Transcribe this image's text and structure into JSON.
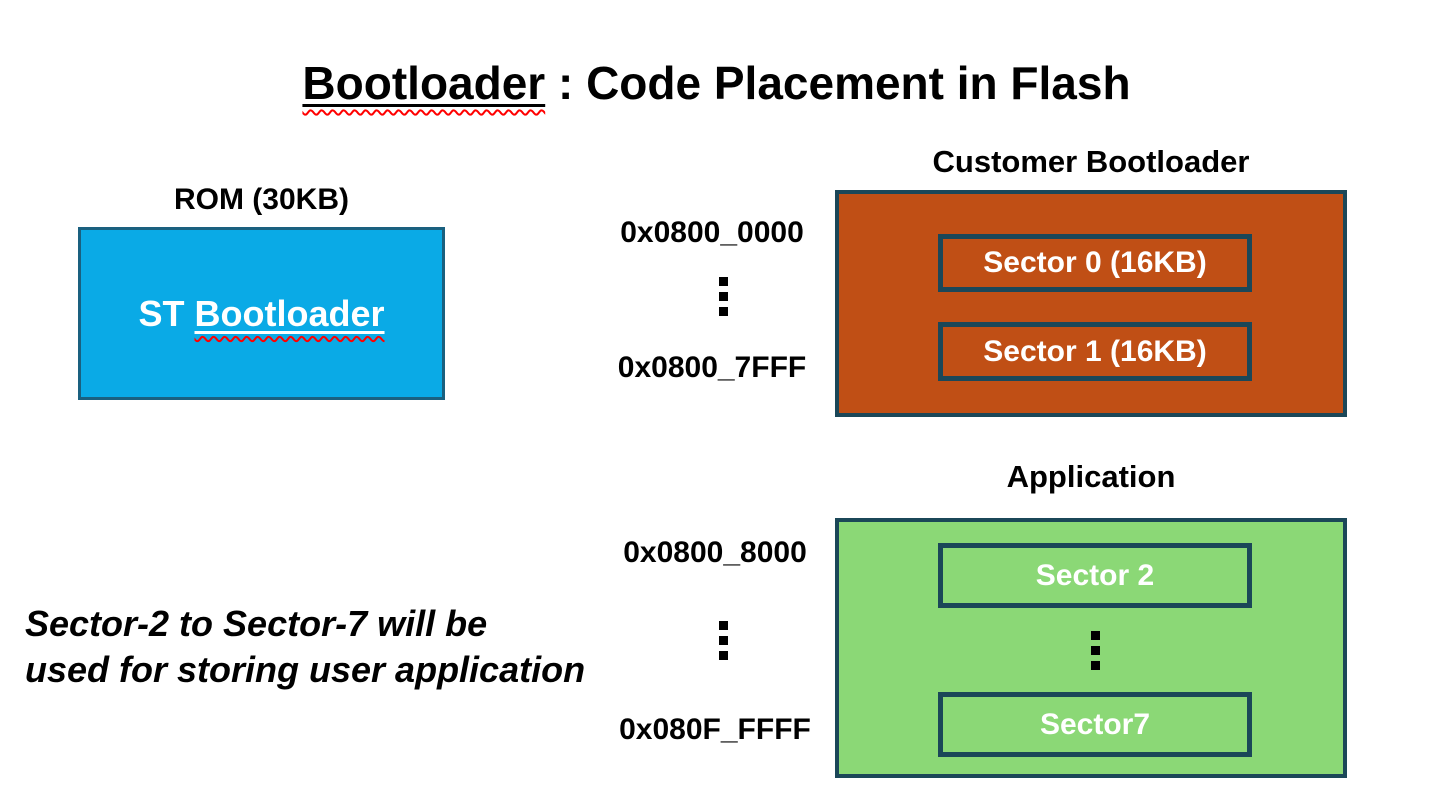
{
  "title": {
    "underlined_word": "Bootloader",
    "rest": " : Code Placement in Flash"
  },
  "rom": {
    "label": "ROM (30KB)",
    "box_text_prefix": "ST ",
    "box_text_underlined": "Bootloader"
  },
  "customer_bootloader": {
    "label": "Customer Bootloader",
    "addr_start": "0x0800_0000",
    "addr_end": "0x0800_7FFF",
    "sectors": [
      "Sector 0 (16KB)",
      "Sector 1 (16KB)"
    ]
  },
  "application": {
    "label": "Application",
    "addr_start": "0x0800_8000",
    "addr_end": "0x080F_FFFF",
    "sector_first": "Sector 2",
    "sector_last": "Sector7"
  },
  "note": {
    "line1": "Sector-2 to Sector-7 will be",
    "line2": "used for storing user application"
  },
  "colors": {
    "rom_fill": "#0AAAE6",
    "customer_fill": "#C04F15",
    "application_fill": "#8BD876",
    "border": "#1B4758",
    "squiggle": "#FF0000"
  }
}
